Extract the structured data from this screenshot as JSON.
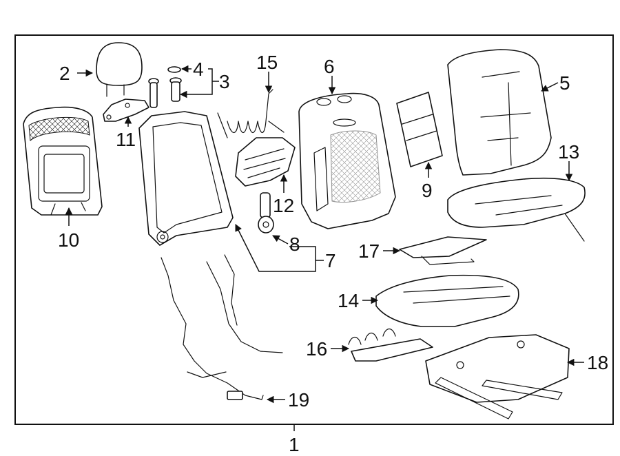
{
  "diagram": {
    "type": "exploded parts diagram",
    "callouts": {
      "c1": "1",
      "c2": "2",
      "c3": "3",
      "c4": "4",
      "c5": "5",
      "c6": "6",
      "c7": "7",
      "c8": "8",
      "c9": "9",
      "c10": "10",
      "c11": "11",
      "c12": "12",
      "c13": "13",
      "c14": "14",
      "c15": "15",
      "c16": "16",
      "c17": "17",
      "c18": "18",
      "c19": "19"
    },
    "colors": {
      "line": "#111111",
      "background": "#ffffff"
    }
  }
}
